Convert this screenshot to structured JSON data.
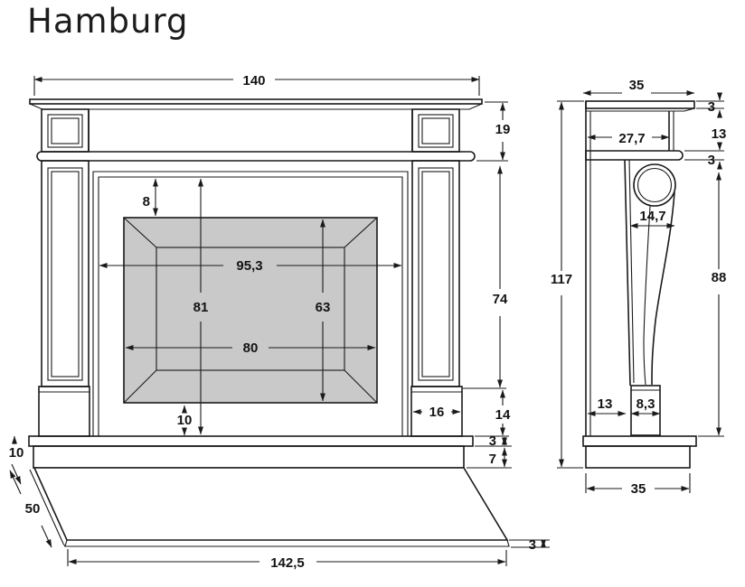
{
  "title": "Hamburg",
  "front_view": {
    "dims": {
      "top_width": "140",
      "frieze_height": "19",
      "opening_top_inset": "8",
      "opening_width": "95,3",
      "opening_height": "81",
      "insert_height": "63",
      "insert_width": "80",
      "sill_height": "10",
      "column_height": "74",
      "base_block_width": "16",
      "base_block_height": "14",
      "plinth_top_height": "3",
      "plinth_bottom_height": "7",
      "hearth_side_offset": "10",
      "hearth_depth": "50",
      "hearth_width": "142,5",
      "hearth_thickness": "3"
    }
  },
  "side_view": {
    "dims": {
      "top_width": "35",
      "shelf_thickness": "3",
      "frieze_height": "13",
      "rail_height": "3",
      "frieze_depth": "27,7",
      "leg_width": "14,7",
      "total_height": "117",
      "leg_height": "88",
      "base_depth": "13",
      "block_width": "8,3",
      "bottom_width": "35"
    }
  },
  "colors": {
    "line": "#1a1a1a",
    "insert_fill": "#c9c9c9",
    "background": "#ffffff"
  }
}
